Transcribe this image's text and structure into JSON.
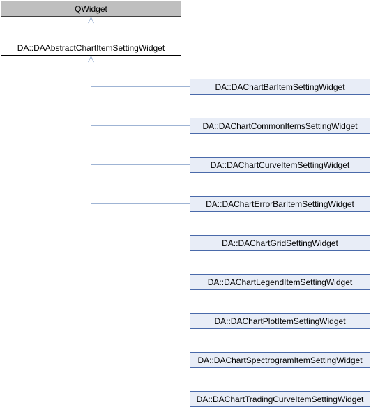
{
  "diagram": {
    "root": {
      "label": "QWidget"
    },
    "base": {
      "label": "DA::DAAbstractChartItemSettingWidget"
    },
    "derived": [
      {
        "label": "DA::DAChartBarItemSettingWidget"
      },
      {
        "label": "DA::DAChartCommonItemsSettingWidget"
      },
      {
        "label": "DA::DAChartCurveItemSettingWidget"
      },
      {
        "label": "DA::DAChartErrorBarItemSettingWidget"
      },
      {
        "label": "DA::DAChartGridSettingWidget"
      },
      {
        "label": "DA::DAChartLegendItemSettingWidget"
      },
      {
        "label": "DA::DAChartPlotItemSettingWidget"
      },
      {
        "label": "DA::DAChartSpectrogramItemSettingWidget"
      },
      {
        "label": "DA::DAChartTradingCurveItemSettingWidget"
      }
    ],
    "colors": {
      "edge": "#9fb4d4",
      "root_fill": "#bfbfbf",
      "derived_fill": "#e8edf7",
      "derived_border": "#4a6aaa"
    }
  }
}
